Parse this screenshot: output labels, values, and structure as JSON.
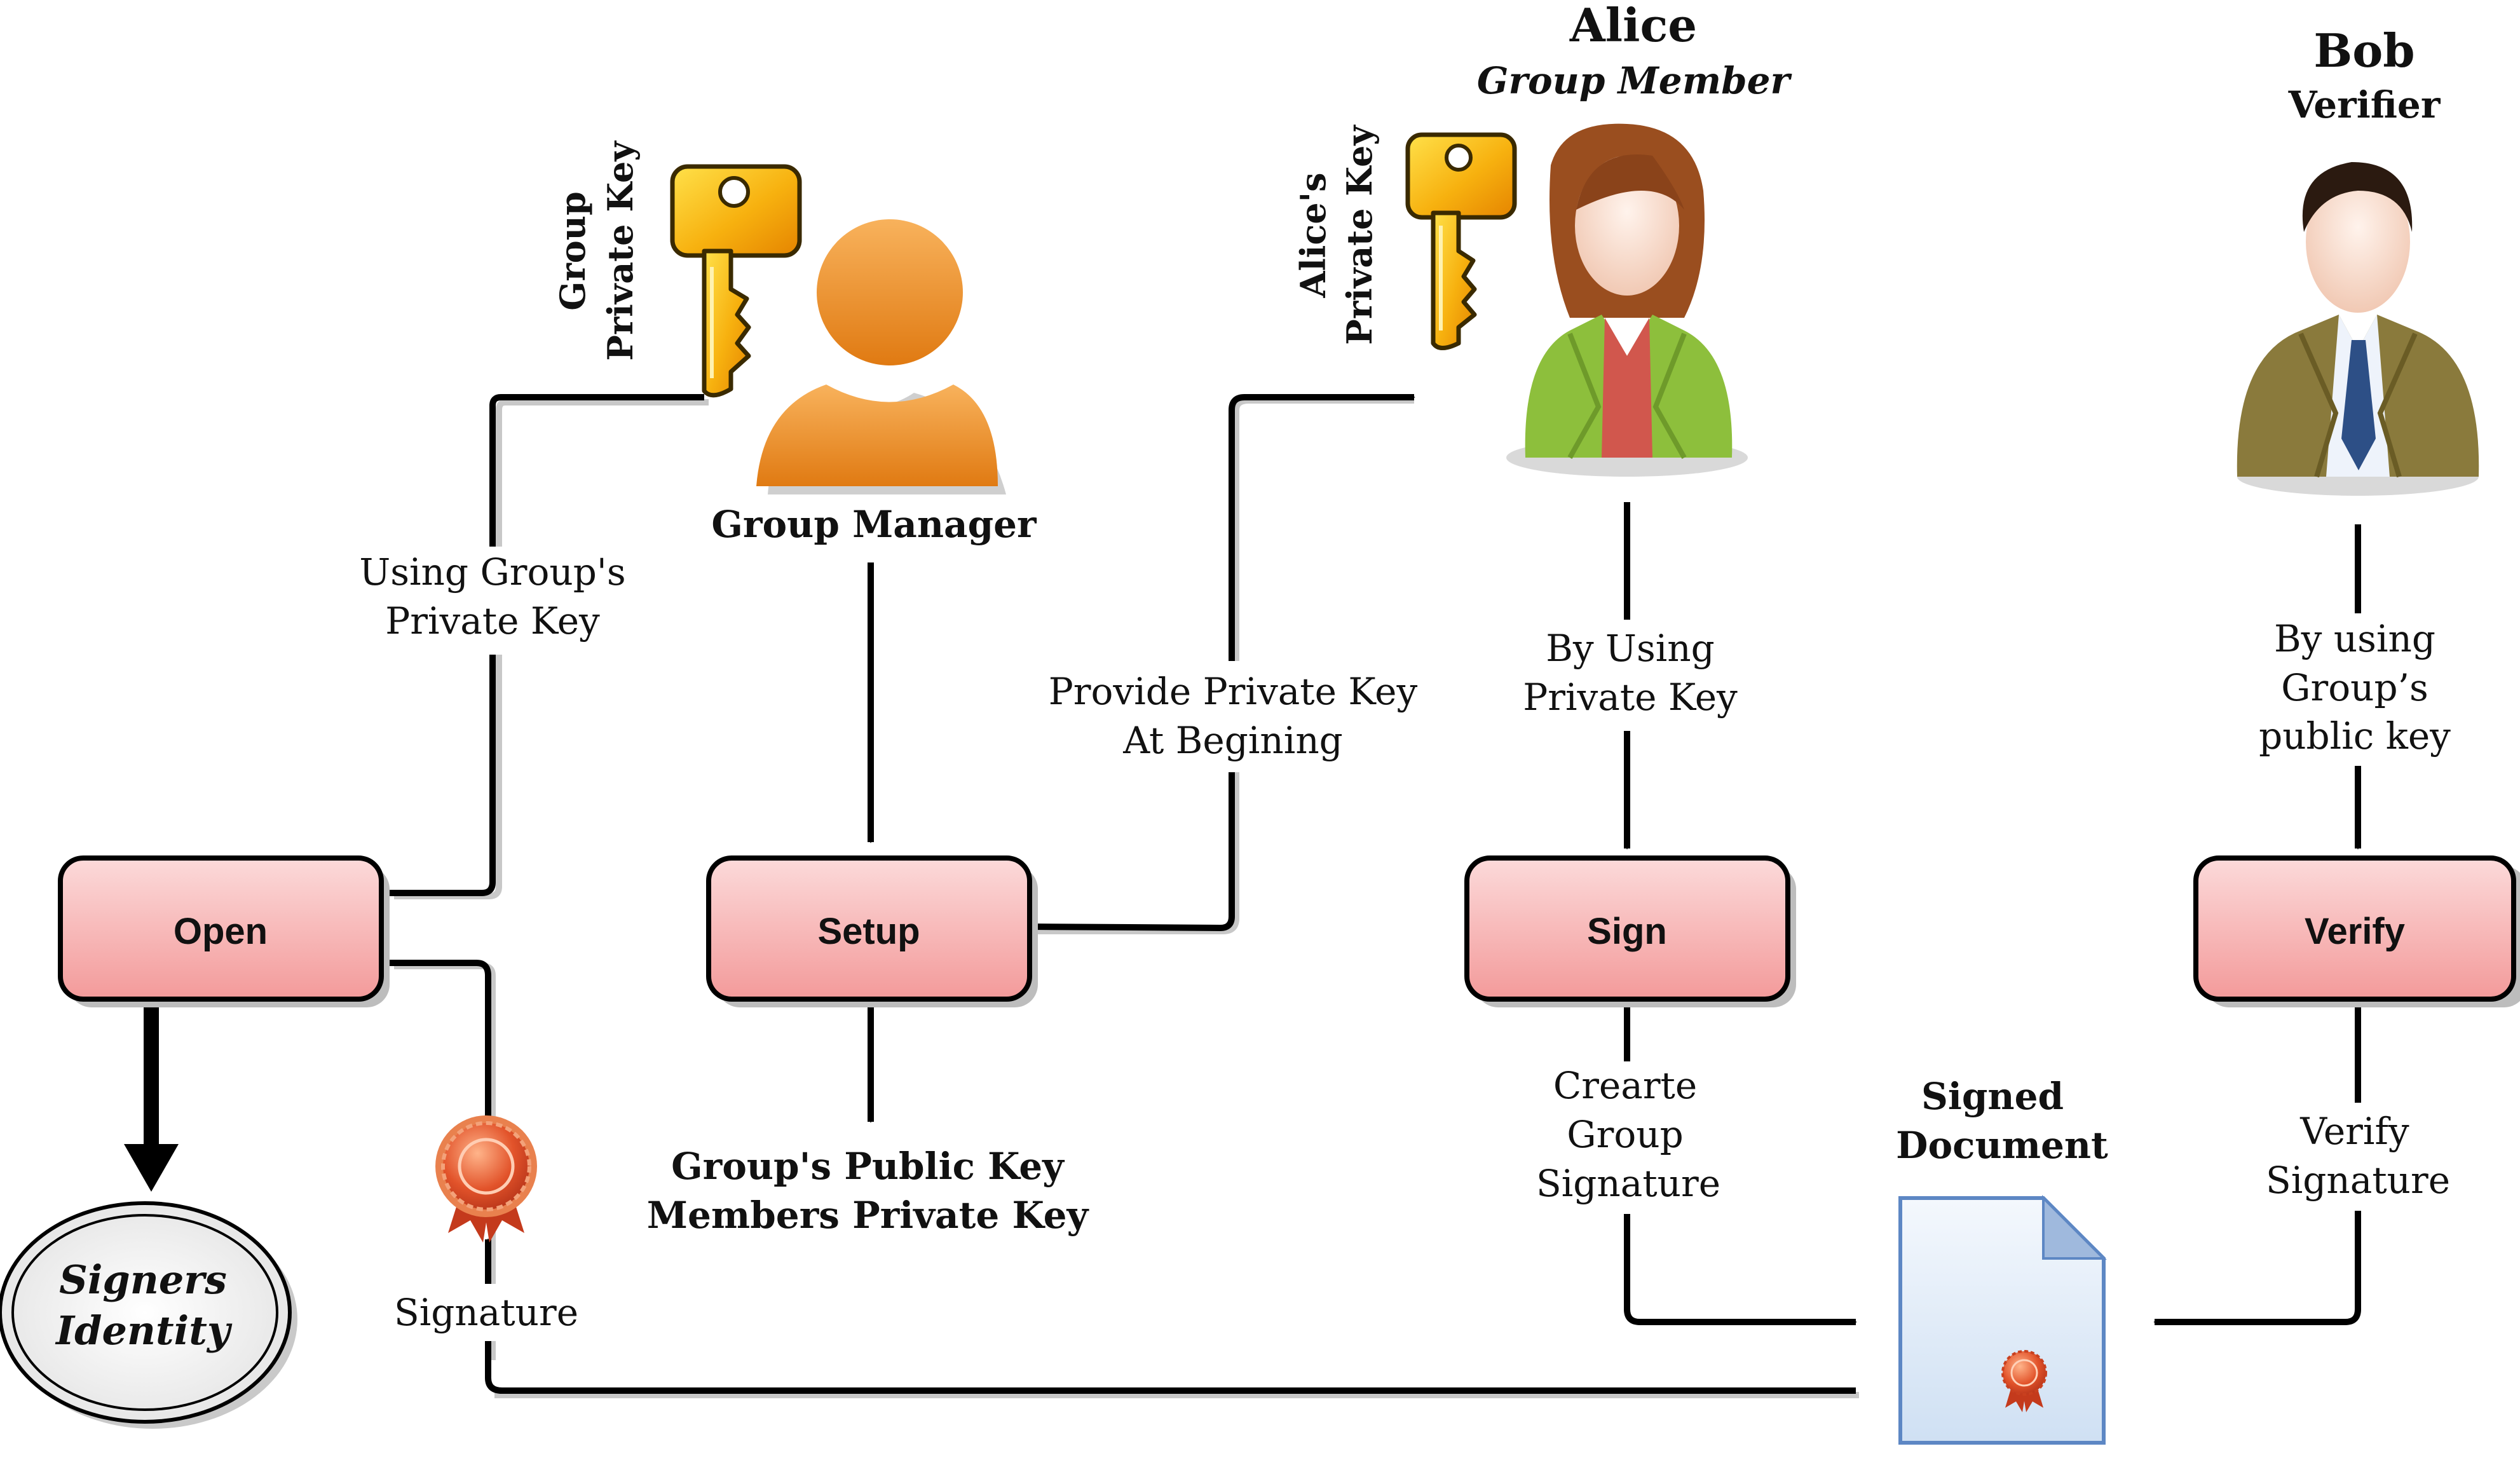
{
  "actors": {
    "group_manager": {
      "name": "Group Manager",
      "key_label_1": "Group",
      "key_label_2": "Private Key"
    },
    "alice": {
      "name": "Alice",
      "role": "Group Member",
      "key_label_1": "Alice's",
      "key_label_2": "Private Key"
    },
    "bob": {
      "name": "Bob",
      "role": "Verifier"
    }
  },
  "processes": {
    "open": "Open",
    "setup": "Setup",
    "sign": "Sign",
    "verify": "Verify"
  },
  "edge_labels": {
    "using_group_key_1": "Using Group's",
    "using_group_key_2": "Private Key",
    "provide_key_1": "Provide Private Key",
    "provide_key_2": "At Begining",
    "by_using_private_1": "By Using",
    "by_using_private_2": "Private Key",
    "by_using_public_1": "By using",
    "by_using_public_2": "Group’s",
    "by_using_public_3": "public key",
    "create_sig_1": "Crearte",
    "create_sig_2": "Group",
    "create_sig_3": "Signature",
    "verify_sig_1": "Verify",
    "verify_sig_2": "Signature",
    "signature": "Signature"
  },
  "outputs": {
    "setup_out_1": "Group's Public Key",
    "setup_out_2": "Members Private Key",
    "signers_identity_1": "Signers",
    "signers_identity_2": "Identity",
    "signed_doc_1": "Signed",
    "signed_doc_2": "Document"
  },
  "colors": {
    "process_fill_top": "#fbd3d3",
    "process_fill_bottom": "#f4a0a0",
    "key_gold": "#f6b60f",
    "manager_orange": "#e9851f",
    "alice_jacket": "#8fbf3f",
    "bob_suit": "#8a7a3c",
    "seal_red": "#e0542a"
  }
}
